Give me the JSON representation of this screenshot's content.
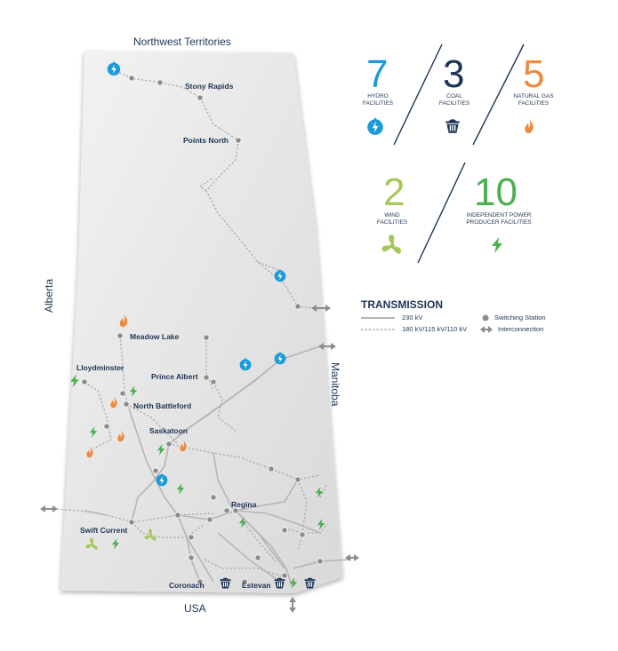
{
  "colors": {
    "hydro": "#1b9bd7",
    "coal": "#1d3554",
    "gas": "#ef8a3e",
    "wind": "#a5c85a",
    "ipp": "#4caf50",
    "line230": "#b5b5b5",
    "line180": "#a8a8a8",
    "station": "#8c8c8c"
  },
  "regions": {
    "north": "Northwest Territories",
    "west": "Alberta",
    "east": "Manitoba",
    "south": "USA"
  },
  "cities": {
    "stony_rapids": "Stony Rapids",
    "points_north": "Points North",
    "meadow_lake": "Meadow Lake",
    "lloydminster": "Lloydminster",
    "prince_albert": "Prince Albert",
    "north_battleford": "North Battleford",
    "saskatoon": "Saskatoon",
    "regina": "Regina",
    "swift_current": "Swift Current",
    "coronach": "Coronach",
    "estevan": "Estevan"
  },
  "stats": {
    "hydro": {
      "count": "7",
      "label": "HYDRO FACILITIES",
      "icon": "water-drop-lightning-icon"
    },
    "coal": {
      "count": "3",
      "label": "COAL FACILITIES",
      "icon": "coal-cart-icon"
    },
    "gas": {
      "count": "5",
      "label": "NATURAL GAS FACILITIES",
      "icon": "flame-icon"
    },
    "wind": {
      "count": "2",
      "label": "WIND FACILITIES",
      "icon": "wind-turbine-icon"
    },
    "ipp": {
      "count": "10",
      "label": "INDEPENDENT POWER PRODUCER FACILITIES",
      "icon": "lightning-bolt-icon"
    }
  },
  "legend": {
    "title": "TRANSMISSION",
    "kv230": "230 kV",
    "kv180": "180 kV/115 kV/110 kV",
    "switching": "Switching Station",
    "interconnection": "Interconnection"
  }
}
